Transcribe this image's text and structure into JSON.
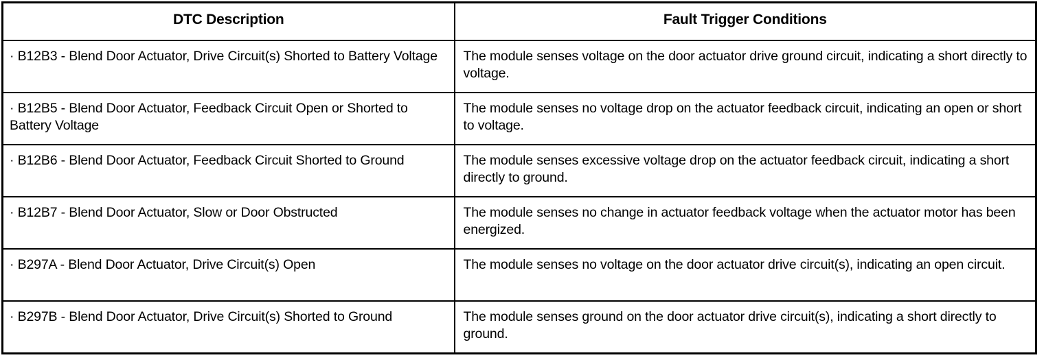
{
  "table": {
    "headers": {
      "dtc_description": "DTC Description",
      "fault_trigger_conditions": "Fault Trigger Conditions"
    },
    "bullet_glyph": "·",
    "rows": [
      {
        "code": "B12B3",
        "dtc_description": "· B12B3 - Blend Door Actuator, Drive Circuit(s) Shorted to Battery Voltage",
        "fault_trigger_conditions": "The module senses voltage on the door actuator drive ground circuit, indicating a short directly to voltage."
      },
      {
        "code": "B12B5",
        "dtc_description": "· B12B5 - Blend Door Actuator, Feedback Circuit Open or Shorted to Battery Voltage",
        "fault_trigger_conditions": "The module senses no voltage drop on the actuator feedback circuit, indicating an open or short to voltage."
      },
      {
        "code": "B12B6",
        "dtc_description": "· B12B6 - Blend Door Actuator, Feedback Circuit Shorted to Ground",
        "fault_trigger_conditions": "The module senses excessive voltage drop on the actuator feedback circuit, indicating a short directly to ground."
      },
      {
        "code": "B12B7",
        "dtc_description": "· B12B7 - Blend Door Actuator, Slow or Door Obstructed",
        "fault_trigger_conditions": "The module senses no change in actuator feedback voltage when the actuator motor has been energized."
      },
      {
        "code": "B297A",
        "dtc_description": "· B297A - Blend Door Actuator, Drive Circuit(s) Open",
        "fault_trigger_conditions": "The module senses no voltage on the door actuator drive circuit(s), indicating an open circuit."
      },
      {
        "code": "B297B",
        "dtc_description": "· B297B - Blend Door Actuator, Drive Circuit(s) Shorted to Ground",
        "fault_trigger_conditions": "The module senses ground on the door actuator drive circuit(s), indicating a short directly to ground."
      }
    ]
  },
  "colors": {
    "background": "#ffffff",
    "text": "#000000",
    "border": "#000000"
  }
}
